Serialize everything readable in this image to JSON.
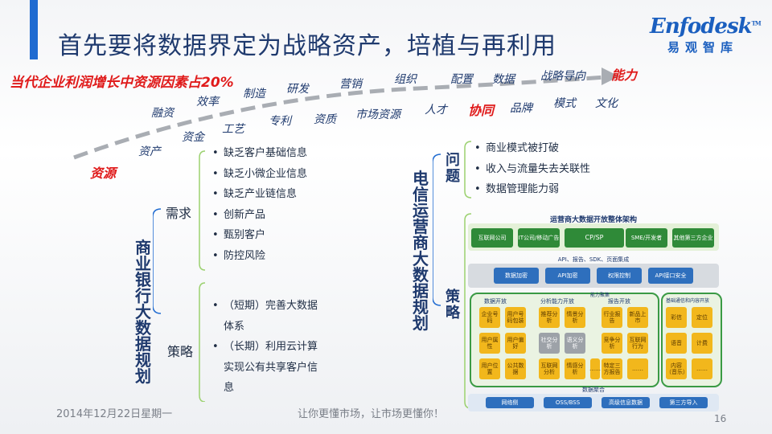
{
  "title": "首先要将数据界定为战略资产，培植与再利用",
  "logo": {
    "brand": "Enfodesk",
    "tm": "TM",
    "cn": "易观智库"
  },
  "headline": "当代企业利润增长中资源因素占20%",
  "arrow_words": [
    "资源",
    "资产",
    "融资",
    "资金",
    "效率",
    "工艺",
    "制造",
    "专利",
    "研发",
    "资质",
    "营销",
    "市场资源",
    "组织",
    "人才",
    "配置",
    "协同",
    "数据",
    "品牌",
    "战略导向",
    "模式",
    "能力",
    "文化"
  ],
  "left": {
    "vertical_title": "商业银行大数据规划",
    "needs_label": "需求",
    "needs": [
      "缺乏客户基础信息",
      "缺乏小微企业信息",
      "缺乏产业链信息",
      "创新产品",
      "甄别客户",
      "防控风险"
    ],
    "strategy_label": "策略",
    "strategy_lines": [
      "（短期）完善大数据",
      "体系",
      "（长期）利用云计算",
      "实现公有共享客户信",
      "息"
    ],
    "bullet": "•"
  },
  "right": {
    "vertical_title": "电信运营商大数据规划",
    "problem_label": "问题",
    "problems": [
      "商业模式被打破",
      "收入与流量失去关联性",
      "数据管理能力弱"
    ],
    "strategy_label": "策略",
    "arch": {
      "title": "运营商大数据开放整体架构",
      "top_boxes": [
        "互联网公司",
        "IT公司/移动广告",
        "CP/SP",
        "SME/开发者",
        "其他第三方企业"
      ],
      "api_line": "API、报告、SDK、页面集成",
      "mid_boxes": [
        "数据加密",
        "API加密",
        "权限控制",
        "API接口安全"
      ],
      "col_headers": [
        "数据开放",
        "分析能力开放",
        "报告开放",
        "基础通信和内容开放"
      ],
      "small_header": "能力聚集",
      "data_open": [
        "企业号码",
        "用户号码包装",
        "用户属性",
        "用户偏好",
        "用户位置",
        "公共数据"
      ],
      "analysis": [
        "推荐分析",
        "情景分析",
        "社交分析",
        "语义分析",
        "互联网分析",
        "情感分析"
      ],
      "report": [
        "行业报告",
        "新品上市",
        "竞争分析",
        "互联网行为",
        "特定三方报告",
        "……"
      ],
      "analysis_more": "……",
      "basic": [
        "彩信",
        "定位",
        "语音",
        "计费",
        "内容（音乐）",
        "……"
      ],
      "bottom_label": "数据聚合",
      "bottom_boxes": [
        "网络侧",
        "OSS/BSS",
        "高级信息数据",
        "第三方导入"
      ]
    }
  },
  "footer": {
    "date": "2014年12月22日星期一",
    "slogan": "让你更懂市场，让市场更懂你！",
    "page": "16"
  }
}
